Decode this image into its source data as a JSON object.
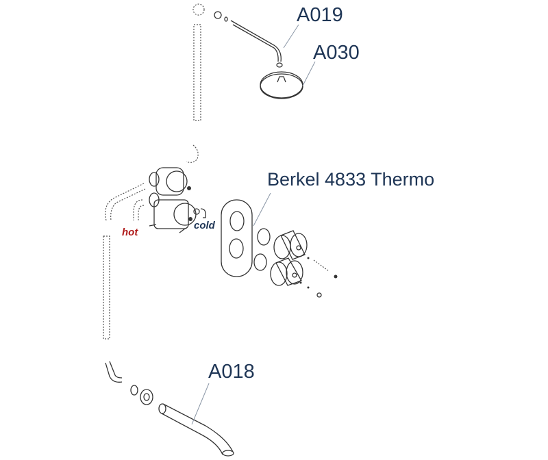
{
  "labels": {
    "shower_arm": "A019",
    "shower_head": "A030",
    "mixer": "Berkel 4833 Thermo",
    "spout": "A018",
    "hot": "hot",
    "cold": "cold"
  },
  "colors": {
    "label": "#1e3555",
    "hot": "#b01c1c",
    "cold": "#1e3555"
  }
}
